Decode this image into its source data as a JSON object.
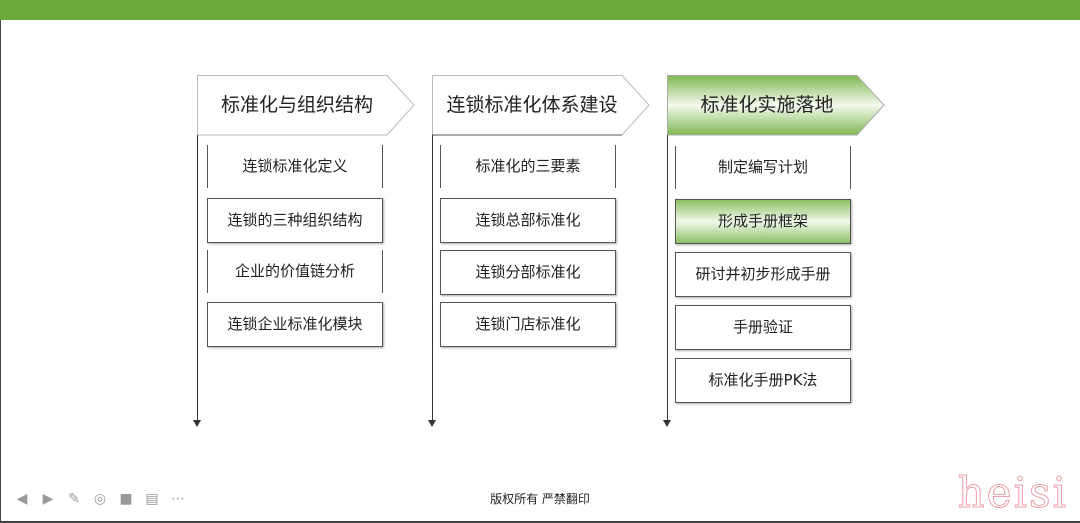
{
  "columns": [
    {
      "title": "标准化与组织结构",
      "items": [
        "连锁标准化定义",
        "连锁的三种组织结构",
        "企业的价值链分析",
        "连锁企业标准化模块"
      ]
    },
    {
      "title": "连锁标准化体系建设",
      "items": [
        "标准化的三要素",
        "连锁总部标准化",
        "连锁分部标准化",
        "连锁门店标准化"
      ]
    },
    {
      "title": "标准化实施落地",
      "items": [
        "制定编写计划",
        "形成手册框架",
        "研讨并初步形成手册",
        "手册验证",
        "标准化手册PK法"
      ]
    }
  ],
  "footer": "版权所有  严禁翻印",
  "watermark": "heisi",
  "colors": {
    "accent": "#6aab3a"
  },
  "toolbar_icons": [
    "prev-icon",
    "next-icon",
    "pen-icon",
    "focus-icon",
    "camera-icon",
    "subtitle-icon",
    "more-icon"
  ]
}
